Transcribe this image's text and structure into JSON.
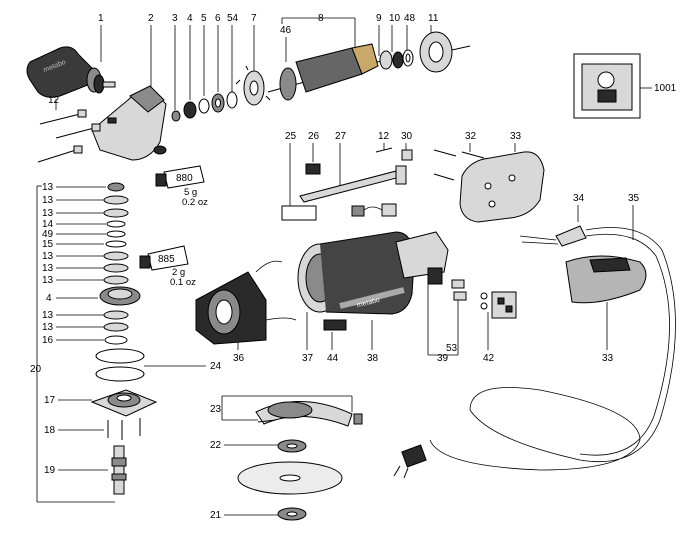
{
  "callouts": {
    "top": [
      "1",
      "2",
      "3",
      "4",
      "5",
      "6",
      "54",
      "7",
      "8",
      "46",
      "9",
      "10",
      "48",
      "11"
    ],
    "left": {
      "c12": "12",
      "c13a": "13",
      "c13b": "13",
      "c13c": "13",
      "c14": "14",
      "c49": "49",
      "c15": "15",
      "c13d": "13",
      "c13e": "13",
      "c13f": "13",
      "c4": "4",
      "c13g": "13",
      "c13h": "13",
      "c16": "16",
      "c20": "20",
      "c17": "17",
      "c18": "18",
      "c19": "19"
    },
    "mid": {
      "c25": "25",
      "c26": "26",
      "c27": "27",
      "c12b": "12",
      "c30": "30",
      "c32": "32",
      "c33a": "33",
      "c34": "34",
      "c35": "35",
      "c36": "36",
      "c37": "37",
      "c44": "44",
      "c38": "38",
      "c39": "39",
      "c53": "53",
      "c42": "42",
      "c33b": "33",
      "c24": "24",
      "c23": "23",
      "c22": "22",
      "c21": "21",
      "c1001": "1001"
    }
  },
  "grease": {
    "a": {
      "code": "880",
      "qty": "5 g",
      "oz": "0.2 oz"
    },
    "b": {
      "code": "885",
      "qty": "2 g",
      "oz": "0.1 oz"
    }
  },
  "brand": "metabo"
}
